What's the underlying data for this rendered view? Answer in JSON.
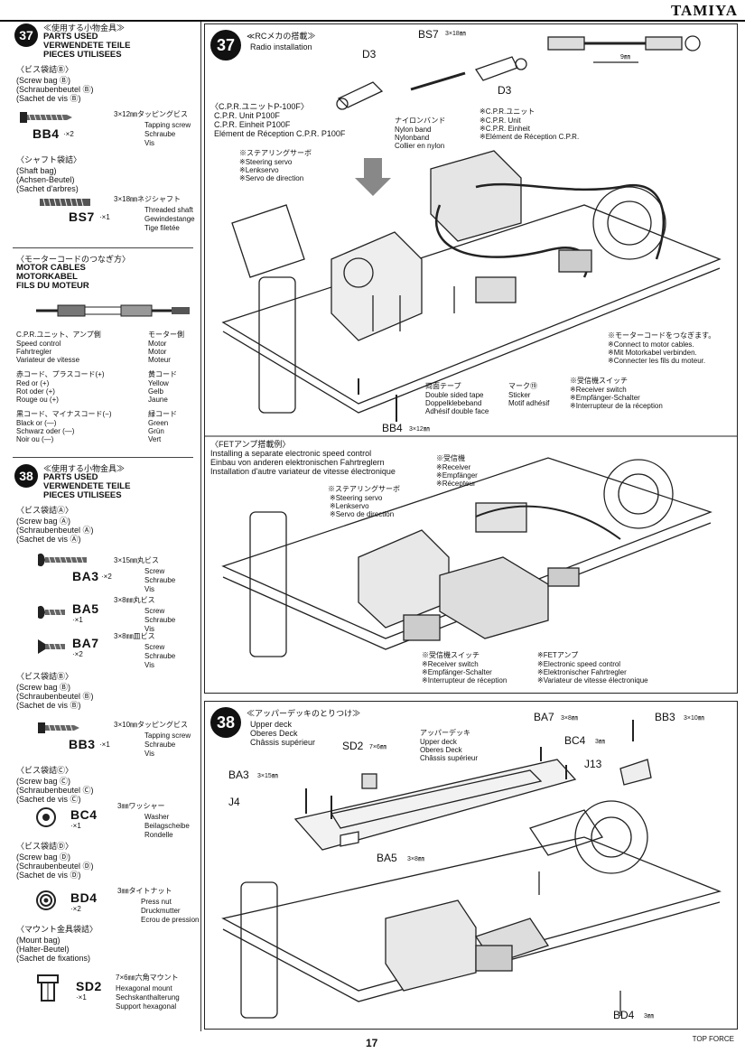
{
  "header": {
    "brand": "TAMIYA"
  },
  "sidebar": {
    "step37": {
      "number": "37",
      "title_jp": "≪使用する小物金具≫",
      "title_en": "PARTS USED",
      "title_de": "VERWENDETE TEILE",
      "title_fr": "PIECES UTILISEES",
      "bag_b_jp": "〈ビス袋詰Ⓑ〉",
      "bag_b_lines": [
        "(Screw bag Ⓑ)",
        "(Schraubenbeutel Ⓑ)",
        "(Sachet de vis Ⓑ)"
      ],
      "bb4": {
        "code": "BB4",
        "qty": "·×2",
        "size": "3×12㎜タッピングビス",
        "desc": "Tapping screw\nSchraube\nVis"
      },
      "shaft_jp": "〈シャフト袋詰〉",
      "shaft_lines": [
        "(Shaft bag)",
        "(Achsen-Beutel)",
        "(Sachet d'arbres)"
      ],
      "bs7": {
        "code": "BS7",
        "qty": "·×1",
        "size": "3×18㎜ネジシャフト",
        "desc": "Threaded shaft\nGewindestange\nTige filetée"
      },
      "motor_jp": "〈モーターコードのつなぎ方〉",
      "motor_en": "MOTOR CABLES",
      "motor_de": "MOTORKABEL",
      "motor_fr": "FILS DU MOTEUR",
      "speed_jp": "C.P.R.ユニット、アンプ側",
      "speed_lines": "Speed control\nFahrtregler\nVariateur de vitesse",
      "motor_side_jp": "モーター側",
      "motor_side_lines": "Motor\nMotor\nMoteur",
      "red_jp": "赤コード、プラスコード(+)",
      "red_lines": "Red or (+)\nRot oder (+)\nRouge ou (+)",
      "yellow_jp": "黄コード",
      "yellow_lines": "Yellow\nGelb\nJaune",
      "black_jp": "黒コード、マイナスコード(−)",
      "black_lines": "Black or (—)\nSchwarz oder (—)\nNoir ou (—)",
      "green_jp": "緑コード",
      "green_lines": "Green\nGrün\nVert"
    },
    "step38": {
      "number": "38",
      "title_jp": "≪使用する小物金具≫",
      "title_en": "PARTS USED",
      "title_de": "VERWENDETE TEILE",
      "title_fr": "PIECES UTILISEES",
      "bag_a_jp": "〈ビス袋詰Ⓐ〉",
      "bag_a_lines": [
        "(Screw bag Ⓐ)",
        "(Schraubenbeutel Ⓐ)",
        "(Sachet de vis Ⓐ)"
      ],
      "ba3": {
        "code": "BA3",
        "qty": "·×2",
        "size": "3×15㎜丸ビス",
        "desc": "Screw\nSchraube\nVis"
      },
      "ba5": {
        "code": "BA5",
        "qty": "·×1",
        "size": "3×8㎜丸ビス",
        "desc": "Screw\nSchraube\nVis"
      },
      "ba7": {
        "code": "BA7",
        "qty": "·×2",
        "size": "3×8㎜皿ビス",
        "desc": "Screw\nSchraube\nVis"
      },
      "bag_b_jp": "〈ビス袋詰Ⓑ〉",
      "bag_b_lines": [
        "(Screw bag Ⓑ)",
        "(Schraubenbeutel Ⓑ)",
        "(Sachet de vis Ⓑ)"
      ],
      "bb3": {
        "code": "BB3",
        "qty": "·×1",
        "size": "3×10㎜タッピングビス",
        "desc": "Tapping screw\nSchraube\nVis"
      },
      "bag_c_jp": "〈ビス袋詰Ⓒ〉",
      "bag_c_lines": [
        "(Screw bag Ⓒ)",
        "(Schraubenbeutel Ⓒ)",
        "(Sachet de vis Ⓒ)"
      ],
      "bc4": {
        "code": "BC4",
        "qty": "·×1",
        "size": "3㎜ワッシャー",
        "desc": "Washer\nBeilagscheibe\nRondelle"
      },
      "bag_d_jp": "〈ビス袋詰Ⓓ〉",
      "bag_d_lines": [
        "(Screw bag Ⓓ)",
        "(Schraubenbeutel Ⓓ)",
        "(Sachet de vis Ⓓ)"
      ],
      "bd4": {
        "code": "BD4",
        "qty": "·×2",
        "size": "3㎜タイトナット",
        "desc": "Press nut\nDruckmutter\nEcrou de pression"
      },
      "mount_jp": "〈マウント金具袋詰〉",
      "mount_lines": [
        "(Mount bag)",
        "(Halter-Beutel)",
        "(Sachet de fixations)"
      ],
      "sd2": {
        "code": "SD2",
        "qty": "·×1",
        "size": "7×6㎜六角マウント",
        "desc": "Hexagonal mount\nSechskanthalterung\nSupport hexagonal"
      }
    }
  },
  "panel37": {
    "number": "37",
    "title_jp": "≪RCメカの搭載≫",
    "title_en": "Radio installation",
    "bs7": "BS7",
    "bs7_size": "3×18㎜",
    "d3_left": "D3",
    "d3_right": "D3",
    "dim": "9㎜",
    "cpr_jp": "〈C.P.R.ユニットP-100F〉",
    "cpr_lines": "C.P.R. Unit P100F\nC.P.R. Einheit P100F\nElément de Réception C.P.R. P100F",
    "servo_jp": "※ステアリングサーボ",
    "servo_lines": "※Steering servo\n※Lenkservo\n※Servo de direction",
    "nylon_jp": "ナイロンバンド",
    "nylon_lines": "Nylon band\nNylonband\nCollier en nylon",
    "unit_jp": "※C.P.R.ユニット",
    "unit_lines": "※C.P.R. Unit\n※C.P.R. Einheit\n※Elément de Réception C.P.R.",
    "motor_jp": "※モーターコードをつなぎます。",
    "motor_lines": "※Connect to motor cables.\n※Mit Motorkabel verbinden.\n※Connecter les fils du moteur.",
    "tape_jp": "両面テープ",
    "tape_lines": "Double sided tape\nDoppelklebeband\nAdhésif double face",
    "mark_jp": "マーク⑲",
    "mark_lines": "Sticker\nMotif adhésif",
    "switch_jp": "※受信機スイッチ",
    "switch_lines": "※Receiver switch\n※Empfänger-Schalter\n※Interrupteur de la réception",
    "bb4": "BB4",
    "bb4_size": "3×12㎜"
  },
  "panel_fet": {
    "title_jp": "〈FETアンプ搭載例〉",
    "title_lines": "Installing a separate electronic speed control\nEinbau von anderen elektronischen Fahrtreglern\nInstallation d'autre variateur de vitesse électronique",
    "receiver_jp": "※受信機",
    "receiver_lines": "※Receiver\n※Empfänger\n※Récepteur",
    "servo_jp": "※ステアリングサーボ",
    "servo_lines": "※Steering servo\n※Lenkservo\n※Servo de direction",
    "switch_jp": "※受信機スイッチ",
    "switch_lines": "※Receiver switch\n※Empfänger-Schalter\n※Interrupteur de réception",
    "fet_jp": "※FETアンプ",
    "fet_lines": "※Electronic speed control\n※Elektronischer Fahrtregler\n※Variateur de vitesse électronique"
  },
  "panel38": {
    "number": "38",
    "title_jp": "≪アッパーデッキのとりつけ≫",
    "title_lines": "Upper deck\nOberes Deck\nChâssis supérieur",
    "deck_jp": "アッパーデッキ",
    "deck_lines": "Upper deck\nOberes Deck\nChâssis supérieur",
    "sd2": "SD2",
    "sd2_size": "7×6㎜",
    "ba3": "BA3",
    "ba3_size": "3×15㎜",
    "j4": "J4",
    "ba5": "BA5",
    "ba5_size": "3×8㎜",
    "ba7": "BA7",
    "ba7_size": "3×8㎜",
    "bc4": "BC4",
    "bc4_size": "3㎜",
    "j13": "J13",
    "bb3": "BB3",
    "bb3_size": "3×10㎜",
    "bd4": "BD4",
    "bd4_size": "3㎜"
  },
  "footer": {
    "page": "17",
    "model": "TOP FORCE"
  }
}
